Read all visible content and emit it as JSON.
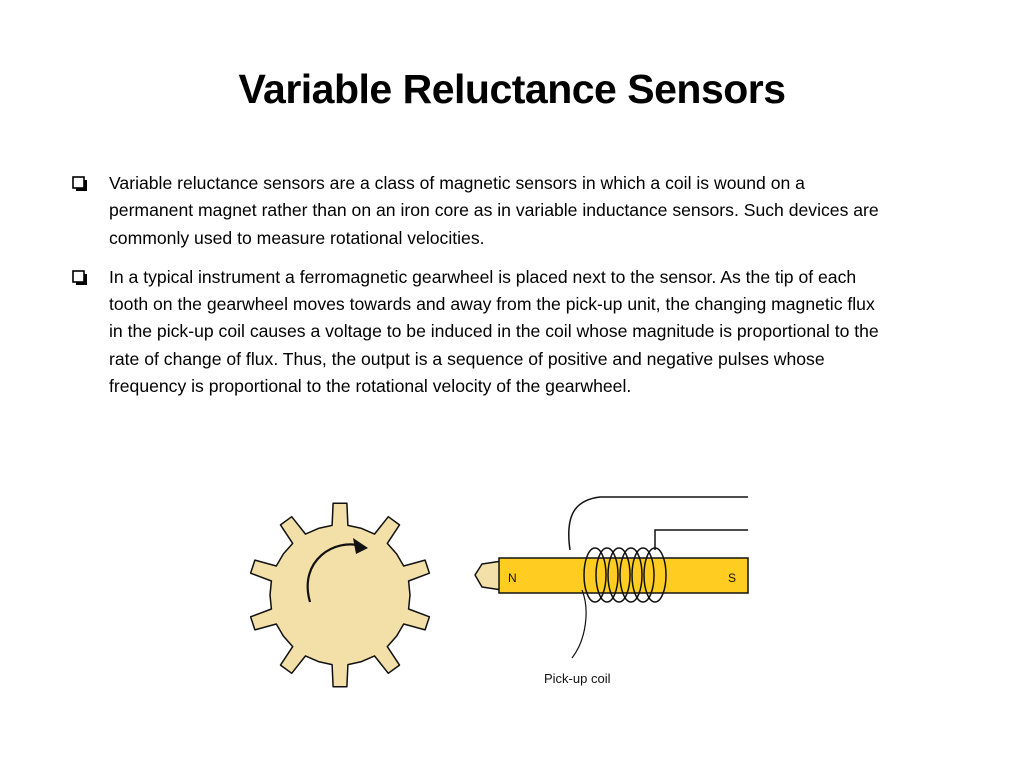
{
  "slide": {
    "title": "Variable Reluctance Sensors",
    "bullets": [
      "Variable reluctance sensors are a class of magnetic sensors in which a coil is wound on a permanent magnet rather than on an iron core as in variable inductance sensors. Such devices are commonly used to measure rotational velocities.",
      "In a typical instrument a ferromagnetic gearwheel is placed next to the sensor. As the tip of each tooth on the gearwheel moves towards and away from the pick-up unit, the changing magnetic flux in the pick-up coil causes a voltage to be induced in the coil whose magnitude is proportional to the rate of change of flux. Thus, the output is a sequence of positive and negative pulses whose frequency is proportional to the rotational velocity of the gearwheel."
    ]
  },
  "figure": {
    "north_label": "N",
    "south_label": "S",
    "coil_label": "Pick-up coil",
    "colors": {
      "gear": "#f2e0a8",
      "magnet": "#ffcc22",
      "stroke": "#111111"
    }
  }
}
